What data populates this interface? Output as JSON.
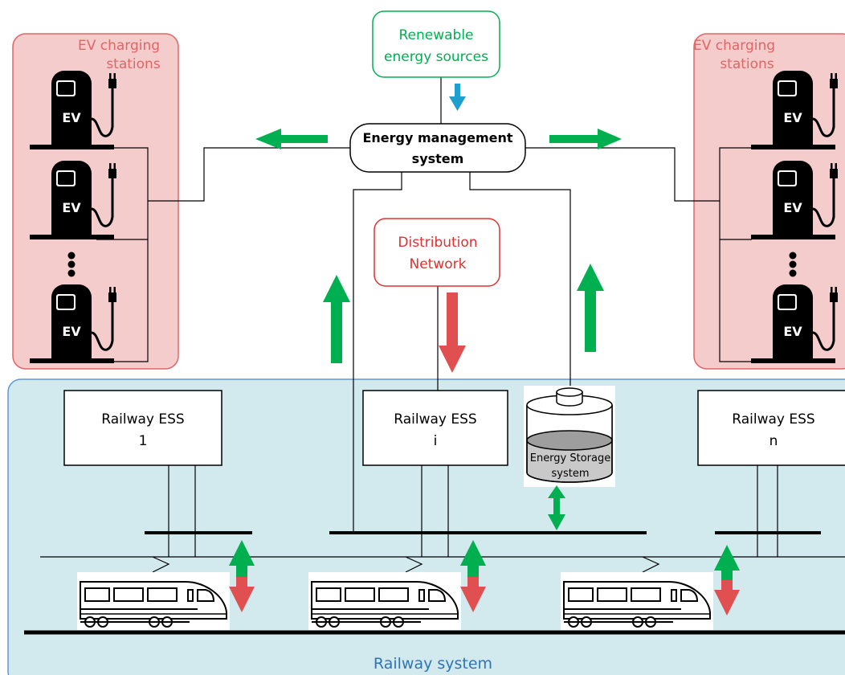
{
  "title": "",
  "colors": {
    "ev_region_fill": "#f4cccc",
    "ev_region_stroke": "#e06666",
    "ev_label": "#e06666",
    "railway_fill": "#d2e9ee",
    "railway_stroke": "#5b9bd5",
    "railway_label": "#2e75b6",
    "renewable_stroke": "#00b050",
    "renewable_text": "#00b050",
    "distribution_stroke": "#e03030",
    "distribution_text": "#e03030",
    "arrow_green": "#00b050",
    "arrow_red": "#e05050",
    "arrow_blue": "#1f9fcf"
  },
  "ev_left": {
    "label_line1": "EV charging",
    "label_line2": "stations"
  },
  "ev_right": {
    "label_line1": "EV charging",
    "label_line2": "stations"
  },
  "ev_charger_text": "EV",
  "renewable": {
    "line1": "Renewable",
    "line2": "energy sources"
  },
  "ems": {
    "line1": "Energy management",
    "line2": "system"
  },
  "distribution": {
    "line1": "Distribution",
    "line2": "Network"
  },
  "ess_1": {
    "line1": "Railway ESS",
    "line2": "1"
  },
  "ess_i": {
    "line1": "Railway ESS",
    "line2": "i"
  },
  "ess_n": {
    "line1": "Railway ESS",
    "line2": "n"
  },
  "storage": {
    "line1": "Energy Storage",
    "line2": "system"
  },
  "railway_label": "Railway system",
  "icons": [
    "ev-charger-icon",
    "battery-icon",
    "train-icon",
    "arrow-icon"
  ]
}
